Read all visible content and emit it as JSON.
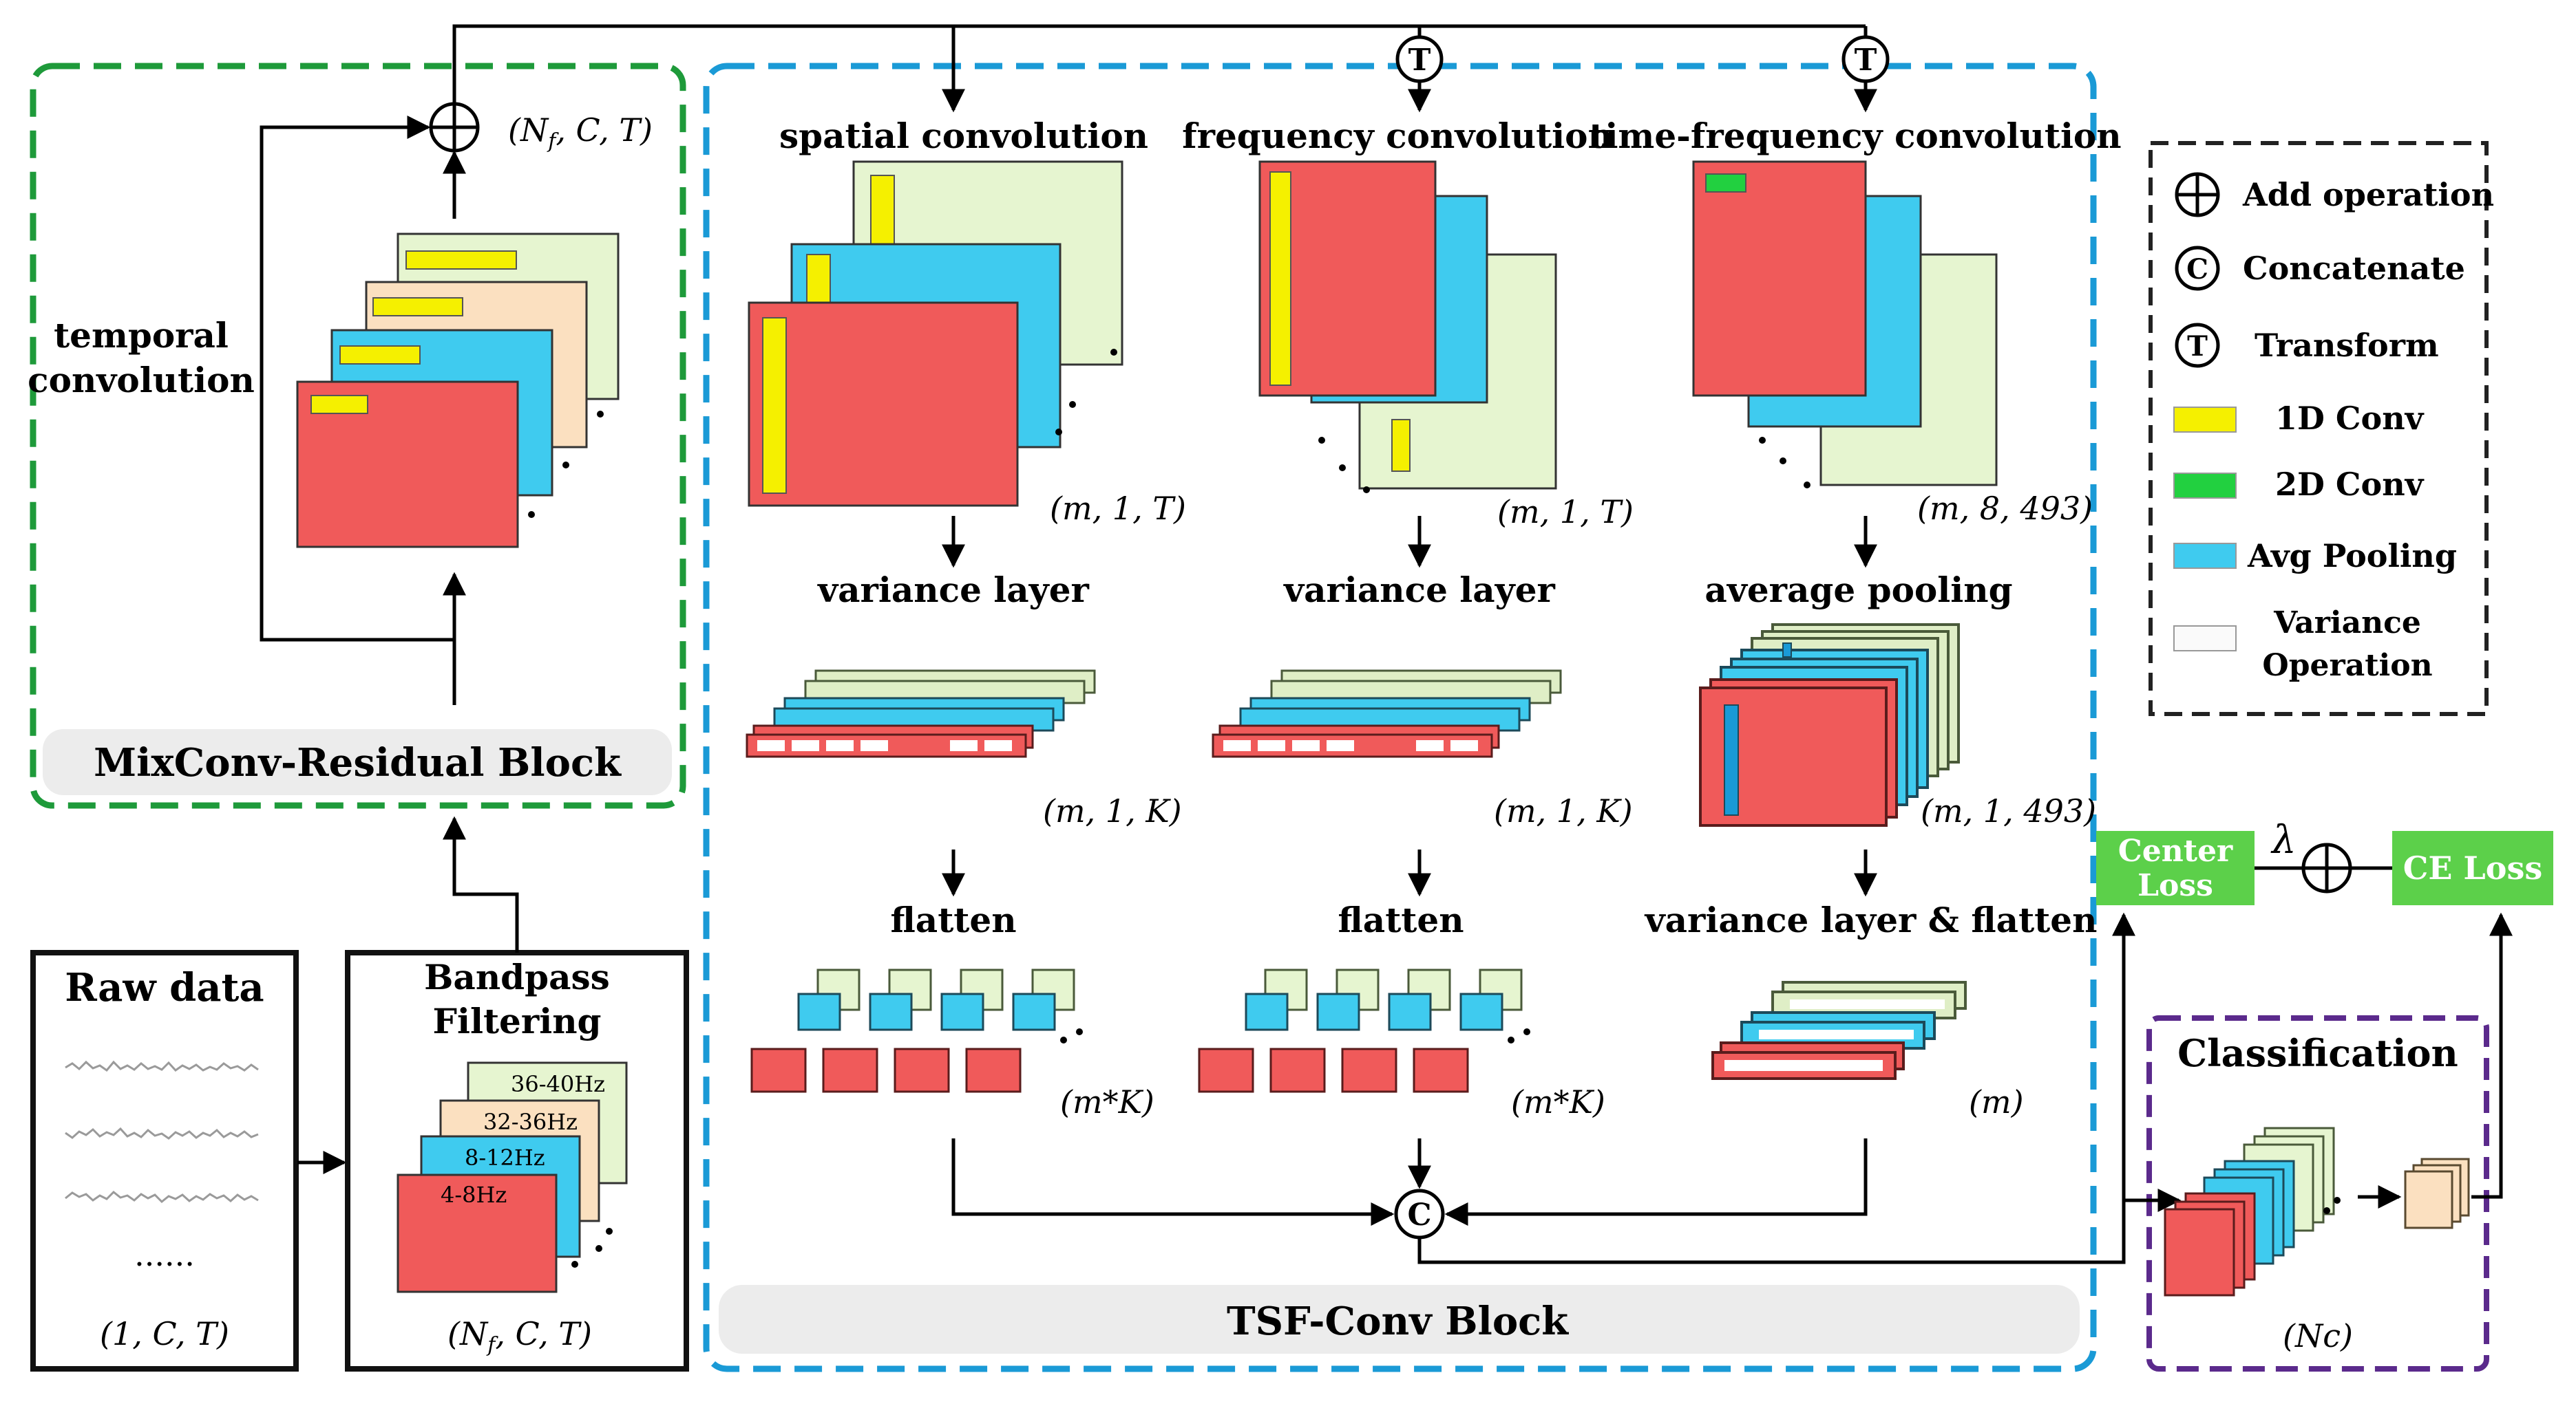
{
  "colors": {
    "red": "#f05a5a",
    "blue": "#3fcbef",
    "green_pale": "#e6f5d0",
    "peach": "#fbe0c0",
    "yellow": "#f5f000",
    "conv2d": "#22d040",
    "loss_green": "#5cd04a",
    "dash_green": "#1e9a3a",
    "dash_blue": "#1a9ad6",
    "dash_purple": "#5b2a8c"
  },
  "raw": {
    "title": "Raw data",
    "dots": "......",
    "dims": "(1, C, T)"
  },
  "bandpass": {
    "title_line1": "Bandpass",
    "title_line2": "Filtering",
    "bands": [
      "36-40Hz",
      "32-36Hz",
      "8-12Hz",
      "4-8Hz"
    ],
    "dims_pre": "(N",
    "dims_sub": "f",
    "dims_post": ", C, T)"
  },
  "mixconv": {
    "label": "MixConv-Residual Block",
    "temporal_line1": "temporal",
    "temporal_line2": "convolution",
    "dims_pre": "(N",
    "dims_sub": "f",
    "dims_post": ", C, T)"
  },
  "tsf": {
    "label": "TSF-Conv Block",
    "spatial": {
      "title": "spatial convolution",
      "dims1": "(m, 1, T)",
      "layer2": "variance layer",
      "dims2": "(m, 1, K)",
      "layer3": "flatten",
      "dims3": "(m*K)"
    },
    "frequency": {
      "title": "frequency convolution",
      "dims1": "(m, 1, T)",
      "layer2": "variance layer",
      "dims2": "(m, 1, K)",
      "layer3": "flatten",
      "dims3": "(m*K)"
    },
    "timefreq": {
      "title": "time-frequency convolution",
      "dims1": "(m, 8, 493)",
      "layer2": "average pooling",
      "dims2": "(m, 1, 493)",
      "layer3": "variance layer & flatten",
      "dims3": "(m)"
    }
  },
  "ops": {
    "transform_symbol": "T",
    "concat_symbol": "C"
  },
  "legend": {
    "items": [
      {
        "symbol": "add",
        "label": "Add operation"
      },
      {
        "symbol": "concat",
        "label": "Concatenate"
      },
      {
        "symbol": "transform",
        "label": "Transform"
      },
      {
        "symbol": "conv1d",
        "label": "1D Conv"
      },
      {
        "symbol": "conv2d",
        "label": "2D Conv"
      },
      {
        "symbol": "avgpool",
        "label": "Avg Pooling"
      }
    ],
    "variance_line1": "Variance",
    "variance_line2": "Operation"
  },
  "losses": {
    "center_line1": "Center",
    "center_line2": "Loss",
    "lambda": "λ",
    "ce": "CE Loss"
  },
  "classification": {
    "title": "Classification",
    "dims": "(Nc)"
  }
}
